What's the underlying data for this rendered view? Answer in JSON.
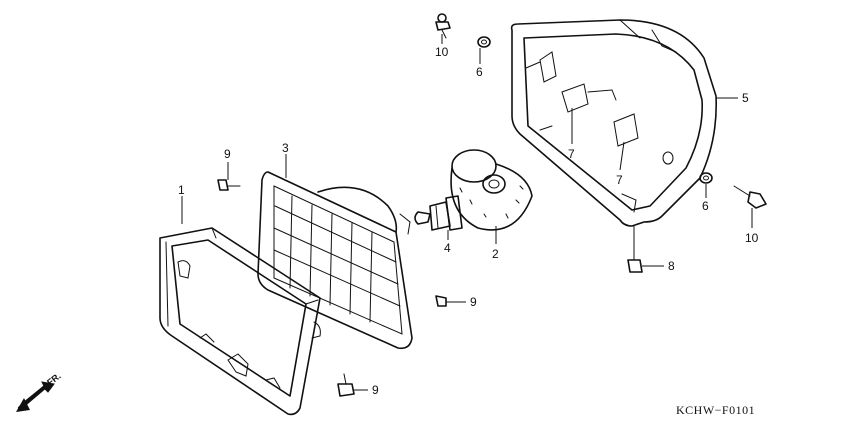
{
  "diagram_code": "KCHW−F0101",
  "direction_label": "FR.",
  "callouts": [
    {
      "id": "c1",
      "label": "1"
    },
    {
      "id": "c2",
      "label": "2"
    },
    {
      "id": "c3",
      "label": "3"
    },
    {
      "id": "c4",
      "label": "4"
    },
    {
      "id": "c5",
      "label": "5"
    },
    {
      "id": "c6a",
      "label": "6"
    },
    {
      "id": "c6b",
      "label": "6"
    },
    {
      "id": "c7a",
      "label": "7"
    },
    {
      "id": "c7b",
      "label": "7"
    },
    {
      "id": "c8",
      "label": "8"
    },
    {
      "id": "c9a",
      "label": "9"
    },
    {
      "id": "c9b",
      "label": "9"
    },
    {
      "id": "c9c",
      "label": "9"
    },
    {
      "id": "c10a",
      "label": "10"
    },
    {
      "id": "c10b",
      "label": "10"
    }
  ]
}
